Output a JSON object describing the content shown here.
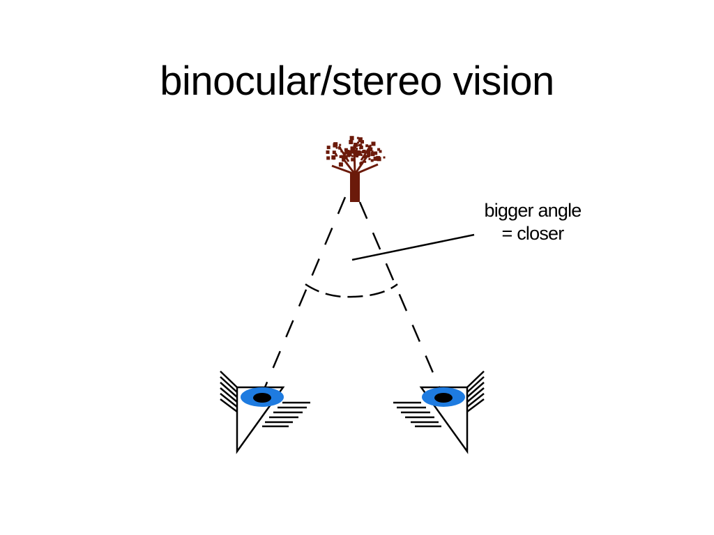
{
  "slide": {
    "title": "binocular/stereo vision",
    "annotation": {
      "line1": "bigger angle",
      "line2": "= closer"
    }
  },
  "colors": {
    "background": "#ffffff",
    "ink": "#000000",
    "tree": "#6b1a0a",
    "iris": "#1e7be0",
    "pupil": "#000000"
  },
  "icons": {
    "object": "tree-icon",
    "left_viewer": "eye-icon",
    "right_viewer": "eye-icon"
  }
}
